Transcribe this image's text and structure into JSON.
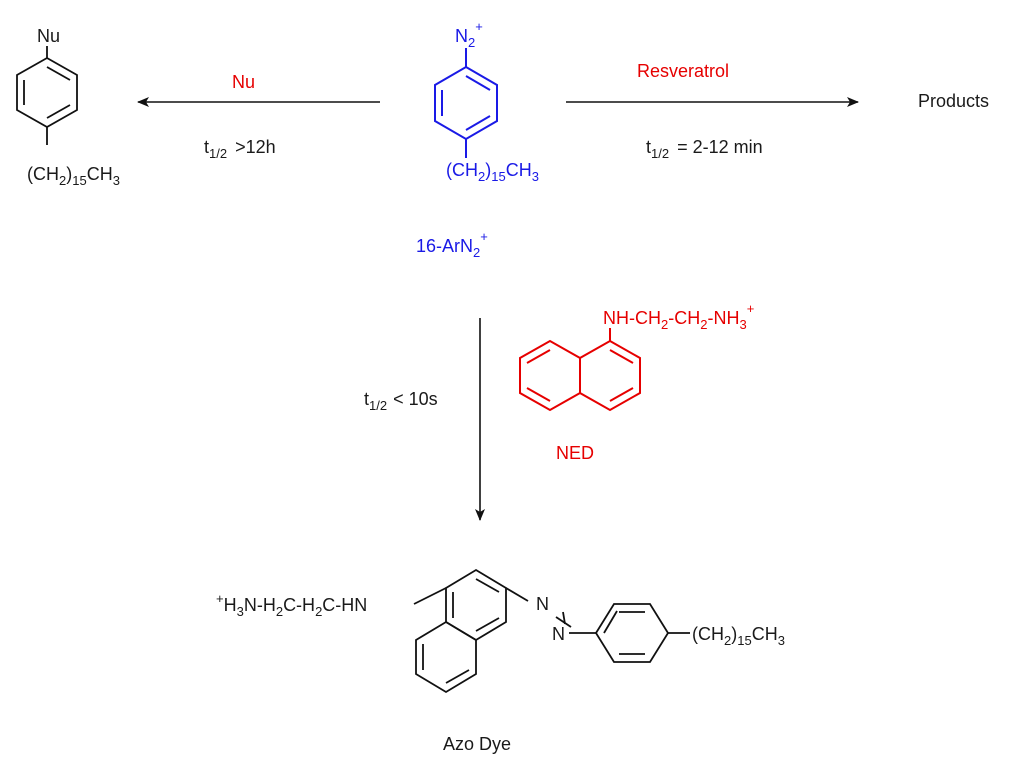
{
  "colors": {
    "diazonium": "#1a1ae6",
    "reagent": "#e60000",
    "text": "#1a1a1a"
  },
  "diazonium": {
    "n2_main": "N",
    "n2_sub": "2",
    "n2_sup": "+",
    "chain_open": "(CH",
    "chain_sub1": "2",
    "chain_close": ")",
    "chain_sub2": "15",
    "chain_end": "CH",
    "chain_sub3": "3",
    "name_main": "16-ArN",
    "name_sub": "2",
    "name_sup": "+"
  },
  "left_reaction": {
    "reagent": "Nu",
    "half_life_t": "t",
    "half_life_sub": "1/2",
    "half_life_value": ">12h",
    "product_substituent": "Nu",
    "product_chain_open": "(CH",
    "product_chain_sub1": "2",
    "product_chain_close": ")",
    "product_chain_sub2": "15",
    "product_chain_end": "CH",
    "product_chain_sub3": "3"
  },
  "right_reaction": {
    "reagent": "Resveratrol",
    "half_life_t": "t",
    "half_life_sub": "1/2",
    "half_life_value": "= 2-12 min",
    "product": "Products"
  },
  "down_reaction": {
    "half_life_t": "t",
    "half_life_sub": "1/2",
    "half_life_value": "< 10s",
    "ned_chain_a": "NH-CH",
    "ned_sub1": "2",
    "ned_chain_b": "-CH",
    "ned_sub2": "2",
    "ned_chain_c": "-NH",
    "ned_sub3": "3",
    "ned_sup": "+",
    "ned_name": "NED"
  },
  "azo_dye": {
    "left_sup": "+",
    "left_a": "H",
    "left_sub1": "3",
    "left_b": "N-H",
    "left_sub2": "2",
    "left_c": "C-H",
    "left_sub3": "2",
    "left_d": "C-HN",
    "n_top": "N",
    "n_bottom": "N",
    "chain_open": "(CH",
    "chain_sub1": "2",
    "chain_close": ")",
    "chain_sub2": "15",
    "chain_end": "CH",
    "chain_sub3": "3",
    "name": "Azo Dye"
  }
}
